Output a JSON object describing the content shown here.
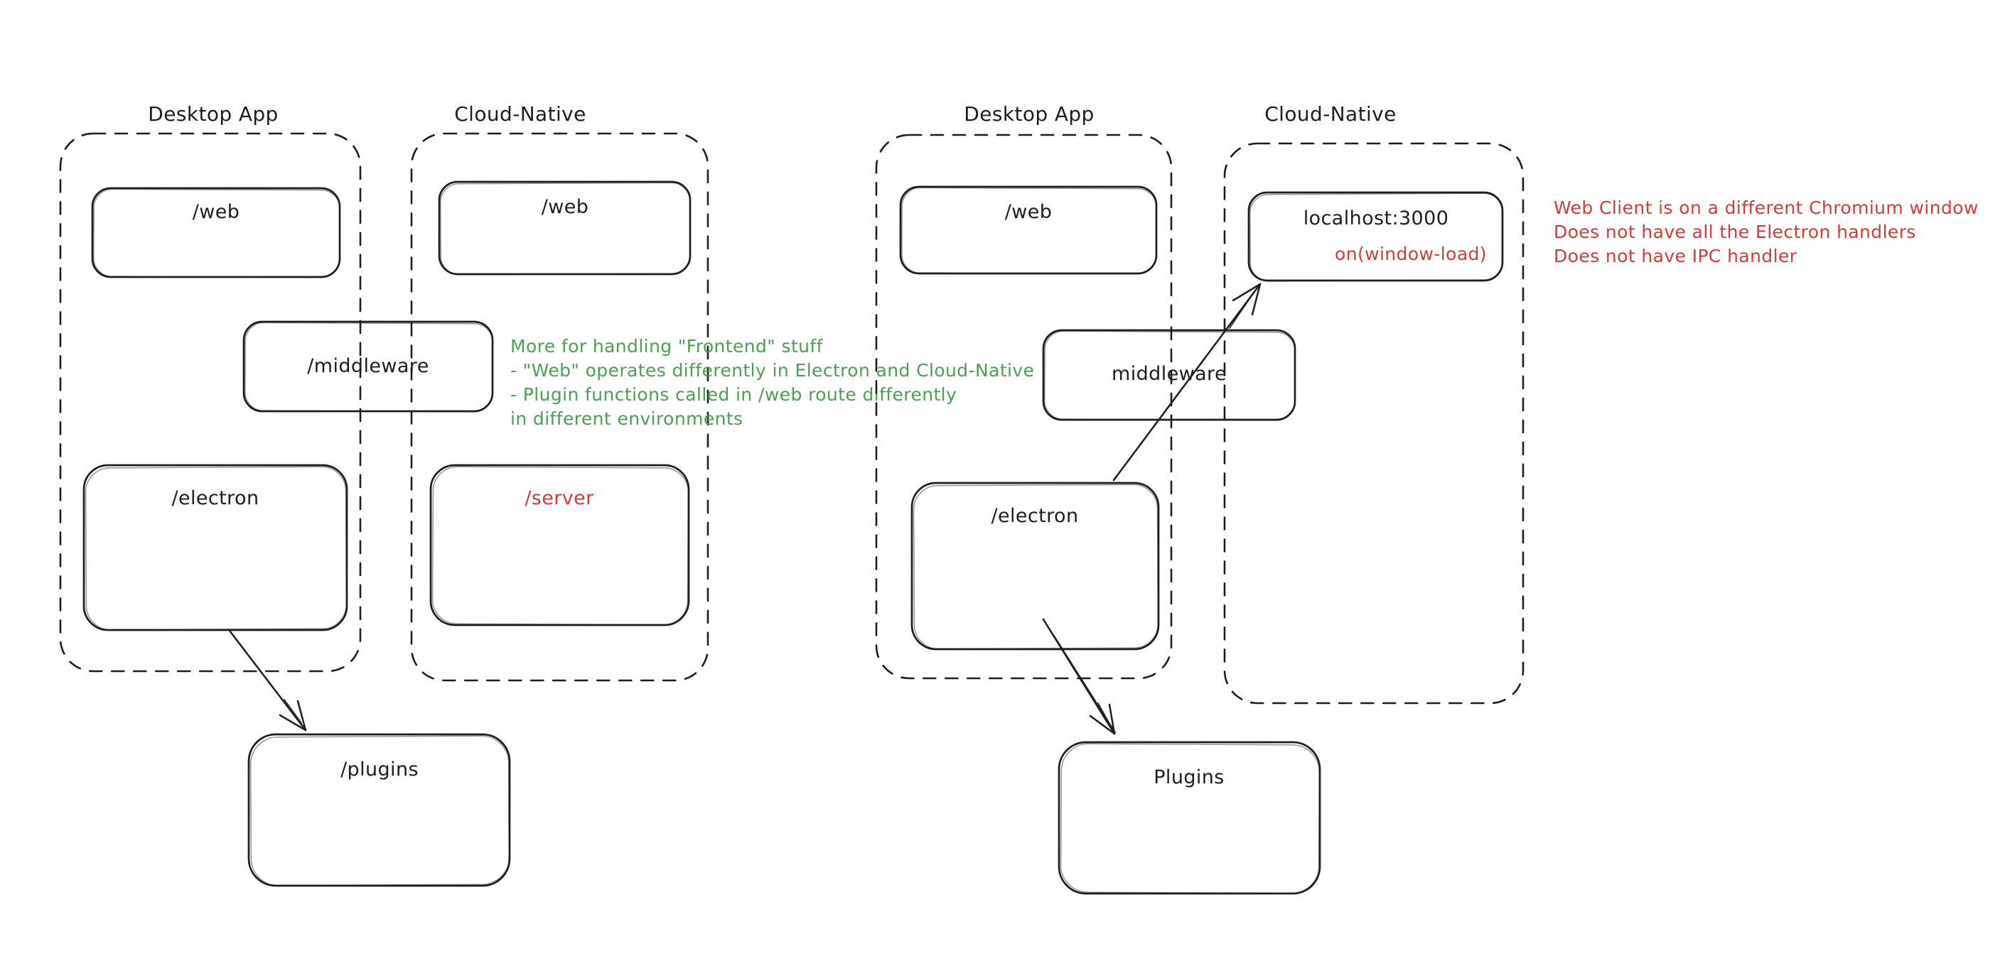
{
  "colors": {
    "ink": "#1e1e1e",
    "green": "#4e9e55",
    "red": "#d63a3a",
    "background": "#ffffff"
  },
  "left": {
    "desktop_label": "Desktop App",
    "cloud_label": "Cloud-Native",
    "desktop_web": "/web",
    "cloud_web": "/web",
    "middleware": "/middleware",
    "electron": "/electron",
    "server": "/server",
    "plugins": "/plugins",
    "note_lines": [
      "More for handling \"Frontend\" stuff",
      "- \"Web\" operates differently in Electron and Cloud-Native",
      "- Plugin functions called in /web route differently",
      "in different environments"
    ]
  },
  "right": {
    "desktop_label": "Desktop App",
    "cloud_label": "Cloud-Native",
    "desktop_web": "/web",
    "localhost": "localhost:3000",
    "window_load": "on(window-load)",
    "middleware": "middleware",
    "electron": "/electron",
    "plugins": "Plugins",
    "note_lines": [
      "Web Client is on a different Chromium window",
      "Does not have all the Electron handlers",
      "Does not have IPC handler"
    ]
  }
}
